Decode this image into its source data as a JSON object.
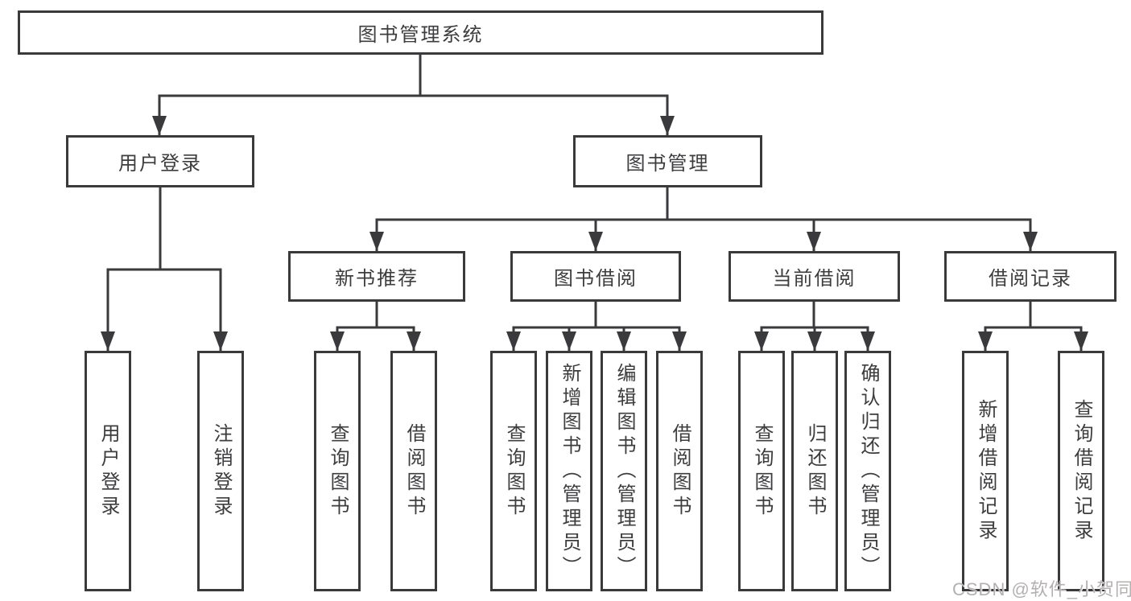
{
  "diagram": {
    "root": {
      "label": "图书管理系统"
    },
    "level2": [
      {
        "label": "用户登录"
      },
      {
        "label": "图书管理"
      }
    ],
    "level3": [
      {
        "label": "新书推荐"
      },
      {
        "label": "图书借阅"
      },
      {
        "label": "当前借阅"
      },
      {
        "label": "借阅记录"
      }
    ],
    "level4_groups": [
      {
        "parent": "用户登录",
        "children": [
          {
            "label": "用户登录"
          },
          {
            "label": "注销登录"
          }
        ]
      },
      {
        "parent": "新书推荐",
        "children": [
          {
            "label": "查询图书"
          },
          {
            "label": "借阅图书"
          }
        ]
      },
      {
        "parent": "图书借阅",
        "children": [
          {
            "label": "查询图书"
          },
          {
            "label": "新增图书（管理员）"
          },
          {
            "label": "编辑图书（管理员）"
          },
          {
            "label": "借阅图书"
          }
        ]
      },
      {
        "parent": "当前借阅",
        "children": [
          {
            "label": "查询图书"
          },
          {
            "label": "归还图书"
          },
          {
            "label": "确认归还（管理员）"
          }
        ]
      },
      {
        "parent": "借阅记录",
        "children": [
          {
            "label": "新增借阅记录"
          },
          {
            "label": "查询借阅记录"
          }
        ]
      }
    ],
    "watermark": "CSDN @软件_小贺同学",
    "colors": {
      "line": "#3a3a3c",
      "text": "#3d3d3f",
      "background": "#ffffff",
      "watermark": "#b5b0b0"
    }
  }
}
